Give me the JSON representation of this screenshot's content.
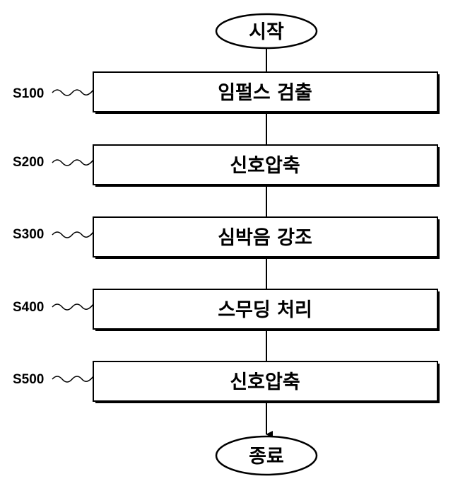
{
  "flowchart": {
    "start": "시작",
    "end": "종료",
    "steps": [
      {
        "id": "S100",
        "text": "임펄스 검출"
      },
      {
        "id": "S200",
        "text": "신호압축"
      },
      {
        "id": "S300",
        "text": "심박음 강조"
      },
      {
        "id": "S400",
        "text": "스무딩 처리"
      },
      {
        "id": "S500",
        "text": "신호압축"
      }
    ]
  }
}
